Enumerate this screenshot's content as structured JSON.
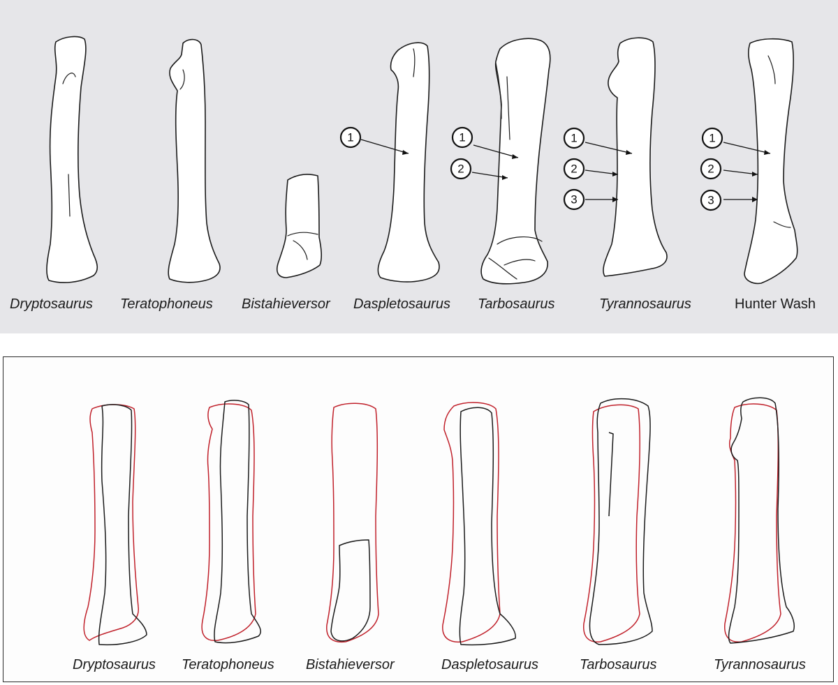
{
  "top_panel": {
    "labels": [
      {
        "text": "Dryptosaurus",
        "italic": true
      },
      {
        "text": "Teratophoneus",
        "italic": true
      },
      {
        "text": "Bistahieversor",
        "italic": true
      },
      {
        "text": "Daspletosaurus",
        "italic": true
      },
      {
        "text": "Tarbosaurus",
        "italic": true
      },
      {
        "text": "Tyrannosaurus",
        "italic": true
      },
      {
        "text": "Hunter Wash",
        "italic": false
      }
    ],
    "markers": {
      "daspletosaurus": [
        "1"
      ],
      "tarbosaurus": [
        "1",
        "2"
      ],
      "tyrannosaurus": [
        "1",
        "2",
        "3"
      ],
      "hunter_wash": [
        "1",
        "2",
        "3"
      ]
    }
  },
  "bottom_panel": {
    "labels": [
      {
        "text": "Dryptosaurus"
      },
      {
        "text": "Teratophoneus"
      },
      {
        "text": "Bistahieversor"
      },
      {
        "text": "Daspletosaurus"
      },
      {
        "text": "Tarbosaurus"
      },
      {
        "text": "Tyrannosaurus"
      }
    ]
  },
  "colors": {
    "top_background": "#e6e6e9",
    "outline": "#1a1a1a",
    "overlay_reference": "#c0202a"
  }
}
